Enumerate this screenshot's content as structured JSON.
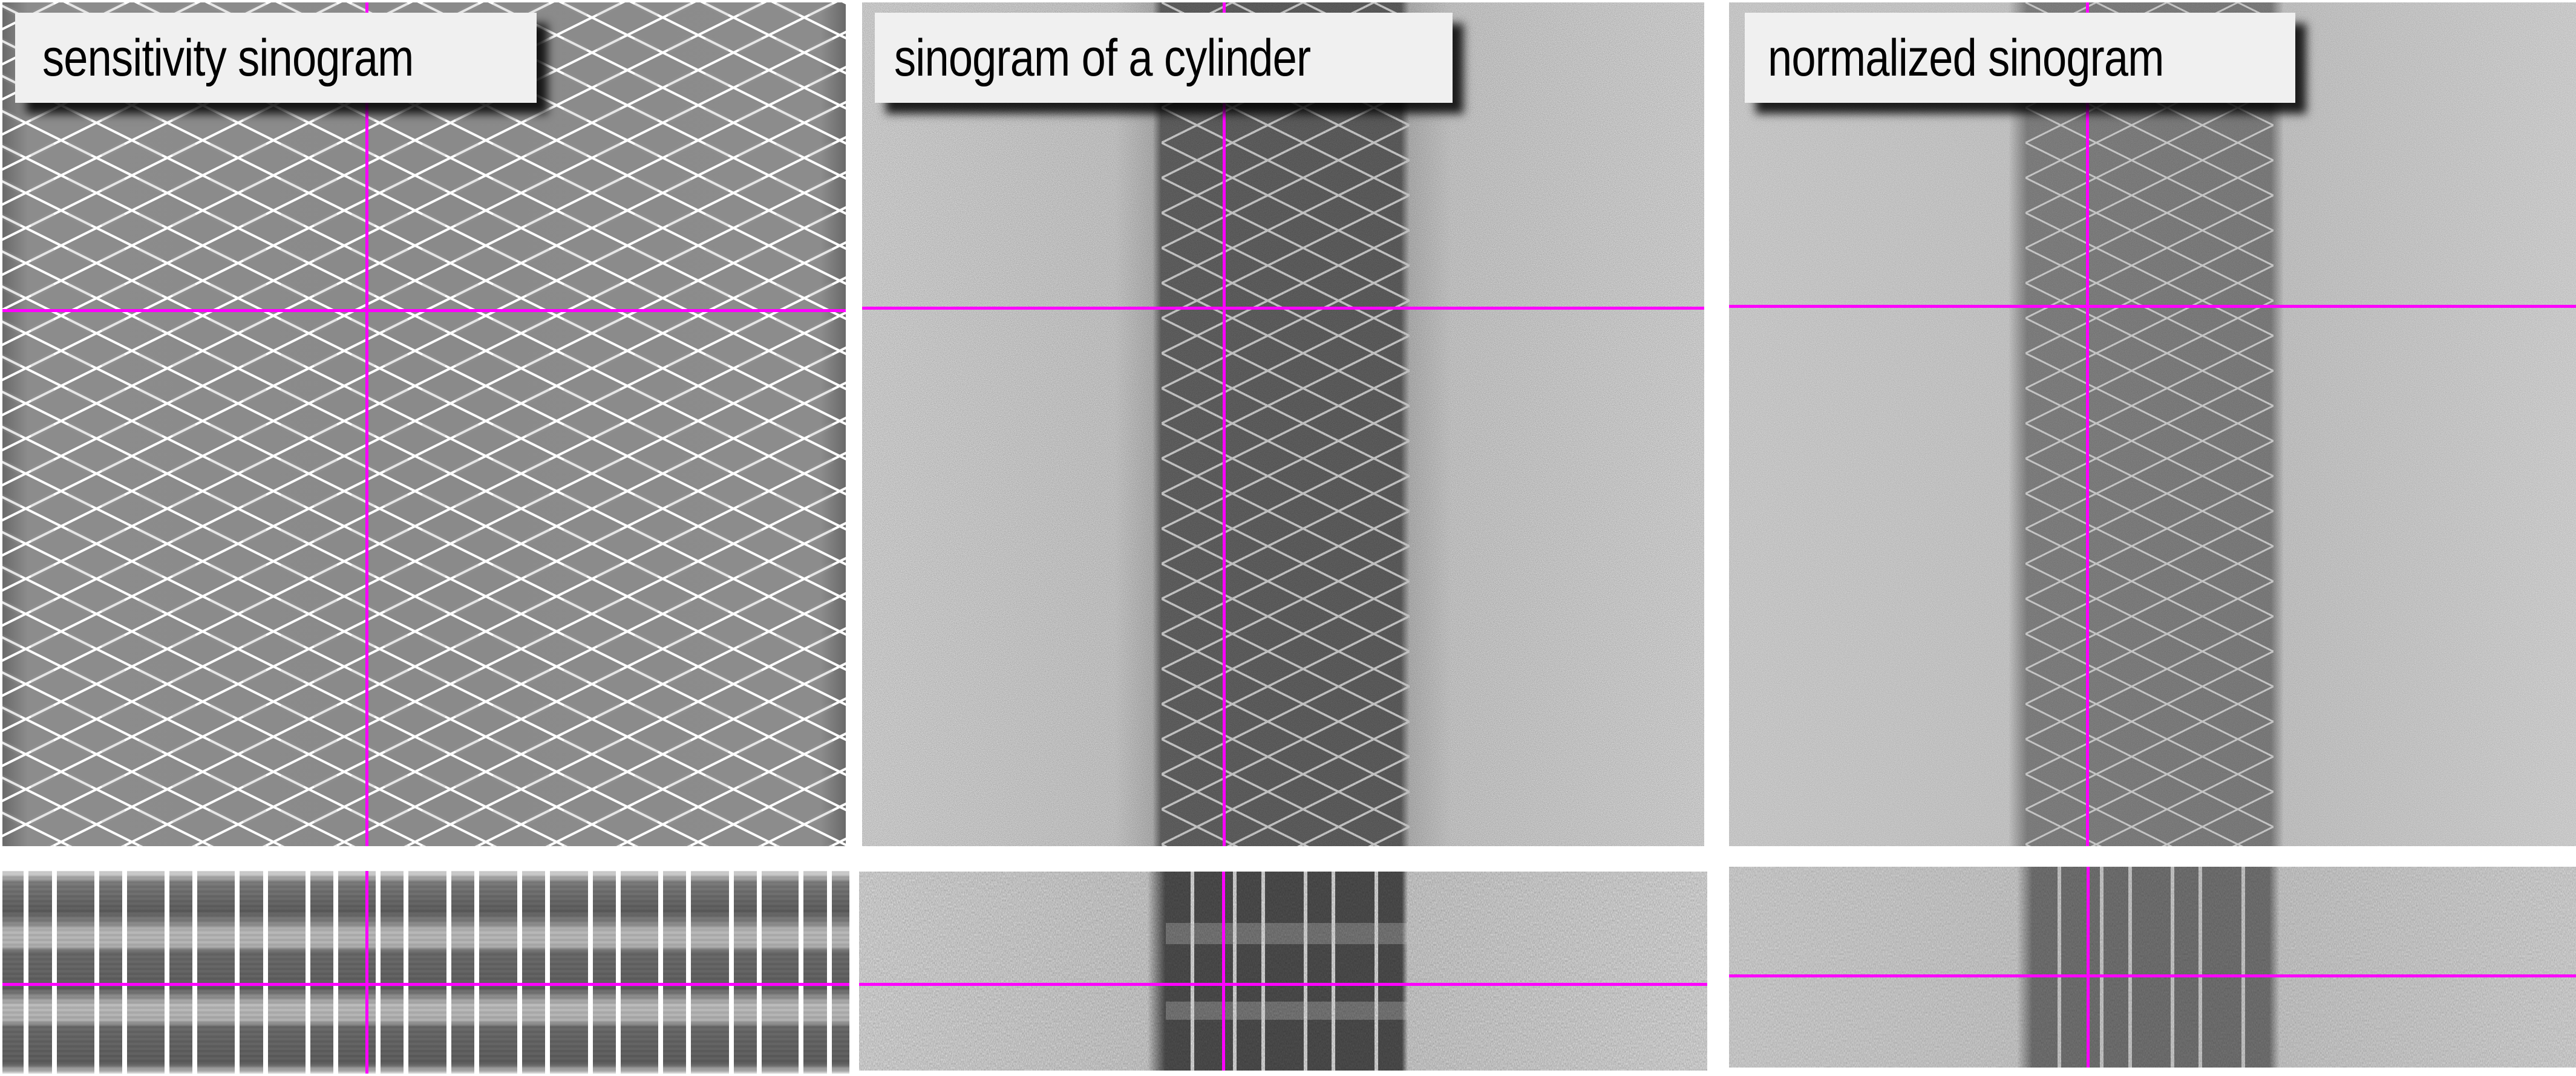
{
  "figure": {
    "background": "#ffffff",
    "crosshair_color": "#ff00ff",
    "panels": [
      {
        "id": "sensitivity",
        "label": "sensitivity sinogram",
        "description": "diamond lattice of white gap lines over gray detector sensitivity pattern",
        "background_gray": "#8a8a8a",
        "line_color": "#ffffff"
      },
      {
        "id": "cylinder",
        "label": "sinogram of a cylinder",
        "description": "light noisy background with dark vertical band crossed by white lattice",
        "background_gray": "#ececec",
        "band_gray": "#6e6e6e"
      },
      {
        "id": "normalized",
        "label": "normalized sinogram",
        "description": "normalized light gray background with gray vertical band and faint lattice",
        "background_gray": "#e2e2e2",
        "band_gray": "#8a8a8a"
      }
    ],
    "bottom_panels": [
      {
        "id": "sensitivity-bottom",
        "description": "vertical white gap stripes with horizontal dark/light bands"
      },
      {
        "id": "cylinder-bottom",
        "description": "dark band of vertical stripes over light noisy background"
      },
      {
        "id": "normalized-bottom",
        "description": "gray band of vertical stripes over light gray background"
      }
    ]
  }
}
